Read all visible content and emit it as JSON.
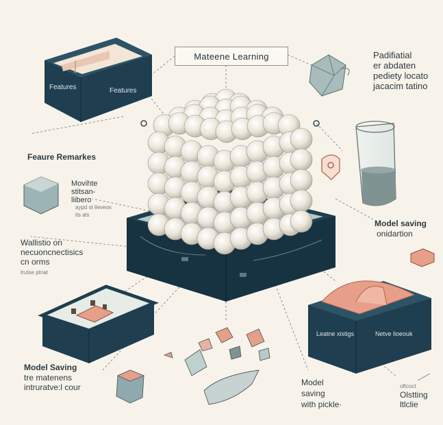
{
  "title": "Mateene Learning",
  "top_left_box": {
    "label_left": "Features",
    "label_right": "Features"
  },
  "top_right_text": [
    "Padifiatial",
    "er abdaten",
    "pediety locato",
    "jacacim tatino"
  ],
  "feature_remarkes": "Feaure Remarkes",
  "small_note": {
    "lines": [
      "Movihte",
      "stitsan-",
      "liibero"
    ],
    "sub": [
      "aypd st lleveos",
      "tis als"
    ]
  },
  "left_middle": {
    "lines": [
      "Wallistio on",
      "necuoncnectisics",
      "cn orms"
    ],
    "sub": "trutse ptnat"
  },
  "model_saving_right": {
    "title": "Model saving",
    "sub": "onidartion"
  },
  "bottom_left_text": {
    "title": "Model Saving",
    "lines": [
      "tre matenens",
      "intruratve:l cour"
    ]
  },
  "bottom_center_text": [
    "Model",
    "saving",
    "with pickle·"
  ],
  "bottom_right_box": {
    "label_left": "Leatne xistigs",
    "label_right": "Netve lioeouk"
  },
  "bottom_right_text": [
    "oftcoct",
    "Olstting",
    "ltlclie"
  ],
  "colors": {
    "navy": "#1f3e4f",
    "navy_dark": "#173241",
    "teal_light": "#8fa9ae",
    "sphere": "#ece6da",
    "peach": "#e79f8a",
    "background": "#f8f3ea"
  }
}
